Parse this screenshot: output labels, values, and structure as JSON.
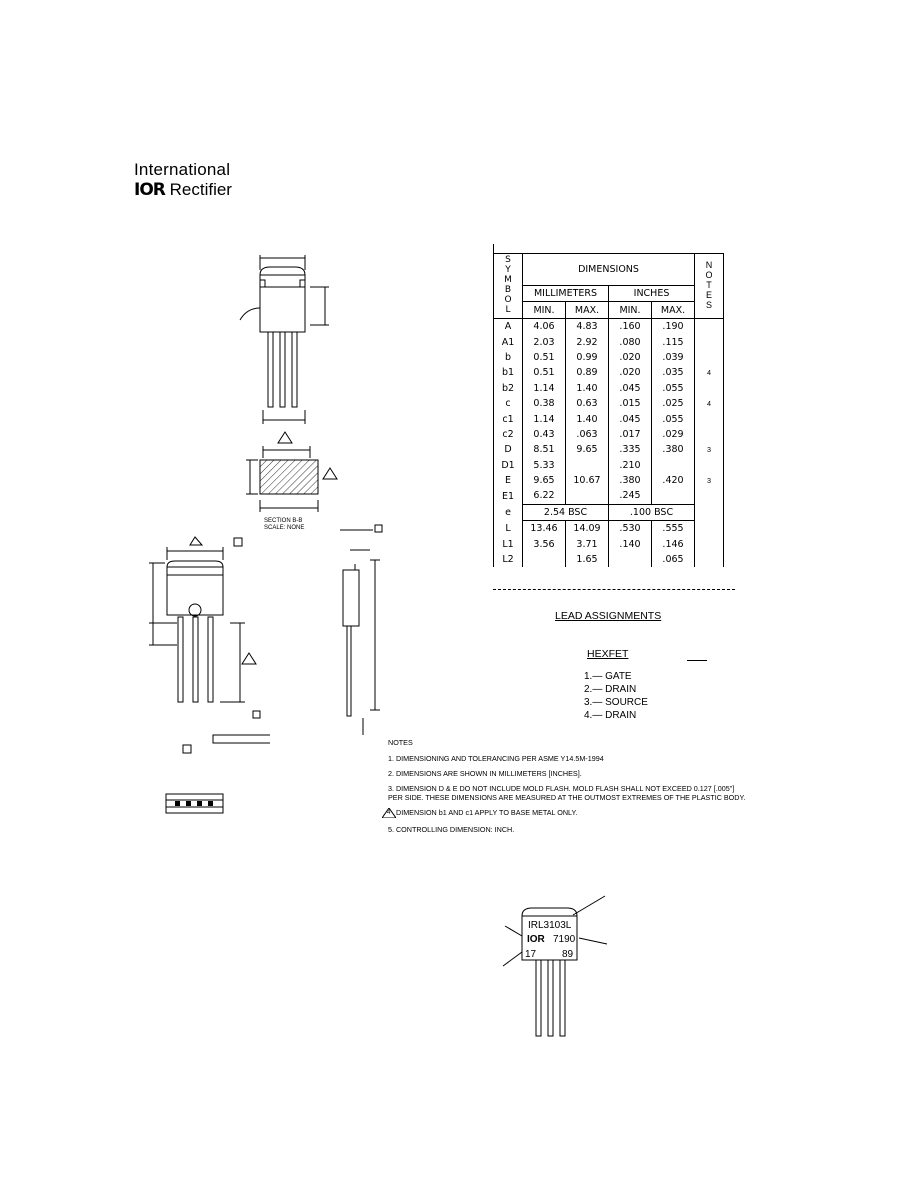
{
  "logo": {
    "line1": "International",
    "ior": "IOR",
    "line2": "Rectifier"
  },
  "table": {
    "symbol_header": "SYMBOL",
    "dimensions_header": "DIMENSIONS",
    "notes_header": "NOTES",
    "mm_header": "MILLIMETERS",
    "in_header": "INCHES",
    "min": "MIN.",
    "max": "MAX.",
    "rows": [
      {
        "sym": "A",
        "mm_min": "4.06",
        "mm_max": "4.83",
        "in_min": ".160",
        "in_max": ".190",
        "note": ""
      },
      {
        "sym": "A1",
        "mm_min": "2.03",
        "mm_max": "2.92",
        "in_min": ".080",
        "in_max": ".115",
        "note": ""
      },
      {
        "sym": "b",
        "mm_min": "0.51",
        "mm_max": "0.99",
        "in_min": ".020",
        "in_max": ".039",
        "note": ""
      },
      {
        "sym": "b1",
        "mm_min": "0.51",
        "mm_max": "0.89",
        "in_min": ".020",
        "in_max": ".035",
        "note": "4"
      },
      {
        "sym": "b2",
        "mm_min": "1.14",
        "mm_max": "1.40",
        "in_min": ".045",
        "in_max": ".055",
        "note": ""
      },
      {
        "sym": "c",
        "mm_min": "0.38",
        "mm_max": "0.63",
        "in_min": ".015",
        "in_max": ".025",
        "note": "4"
      },
      {
        "sym": "c1",
        "mm_min": "1.14",
        "mm_max": "1.40",
        "in_min": ".045",
        "in_max": ".055",
        "note": ""
      },
      {
        "sym": "c2",
        "mm_min": "0.43",
        "mm_max": ".063",
        "in_min": ".017",
        "in_max": ".029",
        "note": ""
      },
      {
        "sym": "D",
        "mm_min": "8.51",
        "mm_max": "9.65",
        "in_min": ".335",
        "in_max": ".380",
        "note": "3"
      },
      {
        "sym": "D1",
        "mm_min": "5.33",
        "mm_max": "",
        "in_min": ".210",
        "in_max": "",
        "note": ""
      },
      {
        "sym": "E",
        "mm_min": "9.65",
        "mm_max": "10.67",
        "in_min": ".380",
        "in_max": ".420",
        "note": "3"
      },
      {
        "sym": "E1",
        "mm_min": "6.22",
        "mm_max": "",
        "in_min": ".245",
        "in_max": "",
        "note": ""
      },
      {
        "sym": "e",
        "mm_span": "2.54 BSC",
        "in_span": ".100 BSC",
        "note": ""
      },
      {
        "sym": "L",
        "mm_min": "13.46",
        "mm_max": "14.09",
        "in_min": ".530",
        "in_max": ".555",
        "note": ""
      },
      {
        "sym": "L1",
        "mm_min": "3.56",
        "mm_max": "3.71",
        "in_min": ".140",
        "in_max": ".146",
        "note": ""
      },
      {
        "sym": "L2",
        "mm_min": "",
        "mm_max": "1.65",
        "in_min": "",
        "in_max": ".065",
        "note": ""
      }
    ]
  },
  "lead_assignments": {
    "title": "LEAD ASSIGNMENTS",
    "subtitle": "HEXFET",
    "items": [
      "1.— GATE",
      "2.— DRAIN",
      "3.— SOURCE",
      "4.— DRAIN"
    ]
  },
  "notes": {
    "title": "NOTES",
    "items": [
      "1.  DIMENSIONING AND TOLERANCING PER ASME Y14.5M-1994",
      "2.  DIMENSIONS ARE SHOWN IN MILLIMETERS [INCHES].",
      "3.  DIMENSION D & E DO NOT INCLUDE MOLD  FLASH. MOLD FLASH SHALL NOT EXCEED 0.127 [.005\"]",
      "     PER SIDE. THESE DIMENSIONS ARE MEASURED AT THE OUTMOST EXTREMES OF THE PLASTIC BODY.",
      "DIMENSION b1 AND c1 APPLY TO BASE METAL ONLY.",
      "5.  CONTROLLING DIMENSION: INCH."
    ],
    "note4_num": "4"
  },
  "drawing": {
    "section_label": "SECTION B-B",
    "scale_label": "SCALE: NONE",
    "part_marking": {
      "part": "IRL3103L",
      "logo": "IOR",
      "code": "7190",
      "lot": "17",
      "date": "89"
    }
  }
}
